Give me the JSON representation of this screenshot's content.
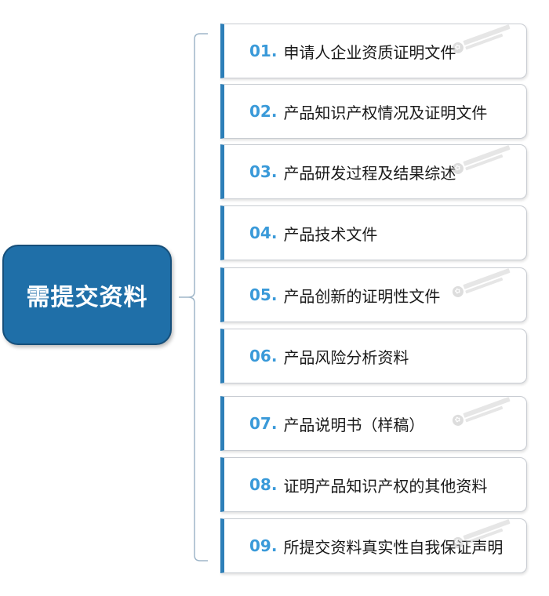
{
  "root": {
    "label": "需提交资料"
  },
  "items": [
    {
      "num": "01.",
      "text": "申请人企业资质证明文件"
    },
    {
      "num": "02.",
      "text": "产品知识产权情况及证明文件"
    },
    {
      "num": "03.",
      "text": "产品研发过程及结果综述"
    },
    {
      "num": "04.",
      "text": "产品技术文件"
    },
    {
      "num": "05.",
      "text": "产品创新的证明性文件"
    },
    {
      "num": "06.",
      "text": "产品风险分析资料"
    },
    {
      "num": "07.",
      "text": "产品说明书（样稿）"
    },
    {
      "num": "08.",
      "text": "证明产品知识产权的其他资料"
    },
    {
      "num": "09.",
      "text": "所提交资料真实性自我保证声明"
    }
  ],
  "colors": {
    "root_fill": "#1f6fa8",
    "number": "#3a9ad9",
    "item_accent": "#2d7fb8",
    "connector": "#9fb6c9"
  },
  "watermark_icon": "company-logo-watermark-icon"
}
